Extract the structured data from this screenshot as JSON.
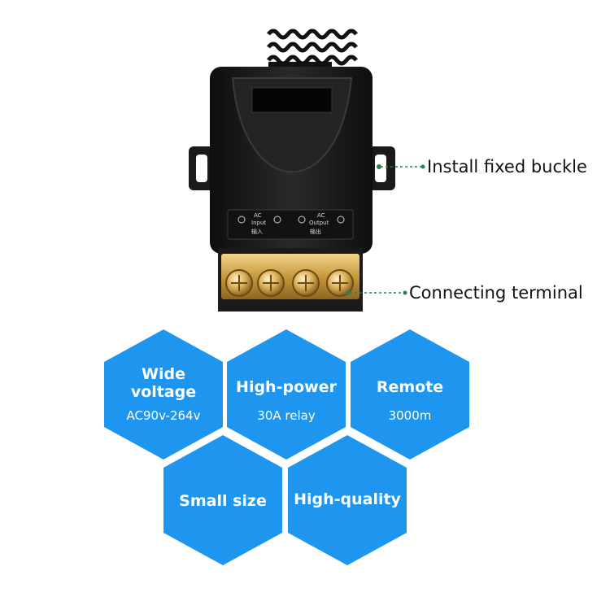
{
  "device": {
    "terminal_labels": {
      "input_en": "Input",
      "input_cn": "输入",
      "output_en": "Output",
      "output_cn": "输出",
      "ac_mark": "AC"
    },
    "body_color": "#1b1b1b",
    "terminal_color": "#c9a24a"
  },
  "callouts": [
    {
      "label": "Install fixed buckle"
    },
    {
      "label": "Connecting terminal"
    }
  ],
  "features": [
    {
      "title_line1": "Wide",
      "title_line2": "voltage",
      "subtitle": "AC90v-264v"
    },
    {
      "title_line1": "High-power",
      "title_line2": "",
      "subtitle": "30A relay"
    },
    {
      "title_line1": "Remote",
      "title_line2": "",
      "subtitle": "3000m"
    },
    {
      "title_line1": "Small size",
      "title_line2": "",
      "subtitle": ""
    },
    {
      "title_line1": "High-quality",
      "title_line2": "",
      "subtitle": ""
    }
  ],
  "colors": {
    "hex_fill": "#1e96f0",
    "callout_line": "#2e7d4f"
  }
}
